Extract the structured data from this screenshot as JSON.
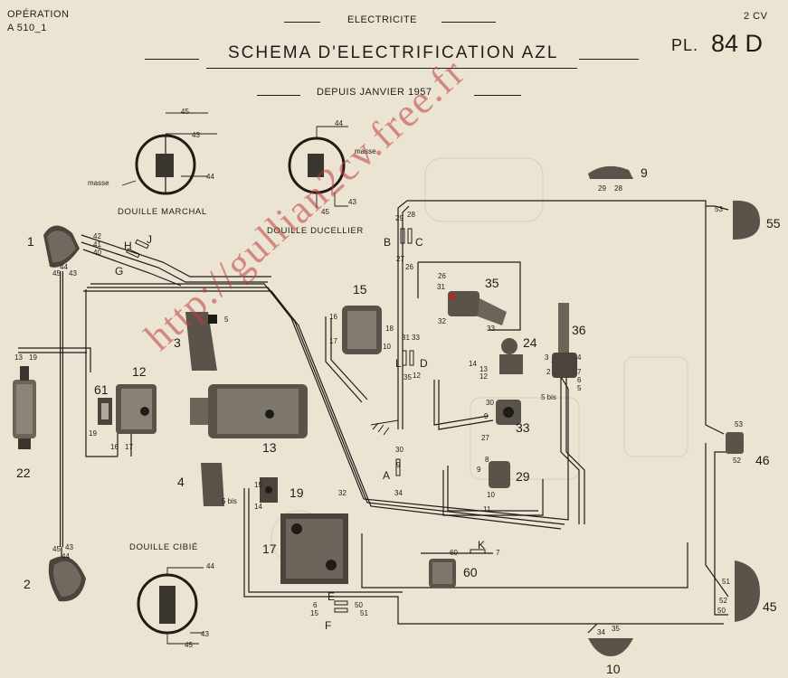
{
  "header": {
    "operation_label": "OPÉRATION",
    "operation_code": "A 510_1",
    "section": "ELECTRICITE",
    "vehicle": "2 CV",
    "title": "SCHEMA D'ELECTRIFICATION AZL",
    "plate_prefix": "PL.",
    "plate_number": "84 D",
    "subtitle": "DEPUIS JANVIER 1957"
  },
  "inset_captions": {
    "marchal": "DOUILLE MARCHAL",
    "ducellier": "DOUILLE DUCELLIER",
    "cibie": "DOUILLE CIBIÉ"
  },
  "masse": "masse",
  "components": [
    "1",
    "2",
    "3",
    "4",
    "9",
    "10",
    "12",
    "13",
    "15",
    "17",
    "19",
    "22",
    "24",
    "29",
    "33",
    "35",
    "36",
    "45",
    "46",
    "55",
    "60",
    "61"
  ],
  "connectors": [
    "A",
    "B",
    "C",
    "D",
    "E",
    "F",
    "G",
    "H",
    "J",
    "K",
    "L"
  ],
  "wire_numbers": {
    "marchal": [
      "45",
      "43",
      "44"
    ],
    "ducellier": [
      "44",
      "43",
      "45"
    ],
    "cibie": [
      "44",
      "43",
      "45"
    ],
    "headlamp_1": [
      "42",
      "41",
      "40",
      "44",
      "45",
      "43"
    ],
    "headlamp_2": [
      "45",
      "43",
      "44"
    ],
    "coil_22": [
      "13",
      "19"
    ],
    "unit_61": [
      "19",
      "16",
      "17"
    ],
    "unit_3": [
      "5"
    ],
    "unit_4": [
      "5 bis"
    ],
    "unit_19": [
      "15",
      "14"
    ],
    "unit_17": [
      "32"
    ],
    "unit_15": [
      "16",
      "17",
      "18",
      "10"
    ],
    "connector_L_D": [
      "31",
      "33",
      "35",
      "12"
    ],
    "connector_B_C": [
      "29",
      "28",
      "27",
      "26"
    ],
    "unit_9": [
      "29",
      "28"
    ],
    "unit_35": [
      "26",
      "31",
      "32",
      "33"
    ],
    "unit_24": [
      "14",
      "13",
      "12"
    ],
    "unit_36": [
      "3",
      "2",
      "4",
      "7",
      "6",
      "5",
      "5 bis"
    ],
    "unit_33": [
      "30",
      "9",
      "27"
    ],
    "connector_A": [
      "30",
      "9",
      "34"
    ],
    "unit_29": [
      "8",
      "9",
      "10",
      "11"
    ],
    "connector_K": [
      "60",
      "7"
    ],
    "connector_E_F": [
      "6",
      "15",
      "50",
      "51"
    ],
    "unit_10": [
      "34",
      "35"
    ],
    "unit_55": [
      "53"
    ],
    "unit_46": [
      "53",
      "52"
    ],
    "unit_45": [
      "51",
      "52",
      "50"
    ]
  },
  "watermark": "http://gullian2cv.free.fr"
}
